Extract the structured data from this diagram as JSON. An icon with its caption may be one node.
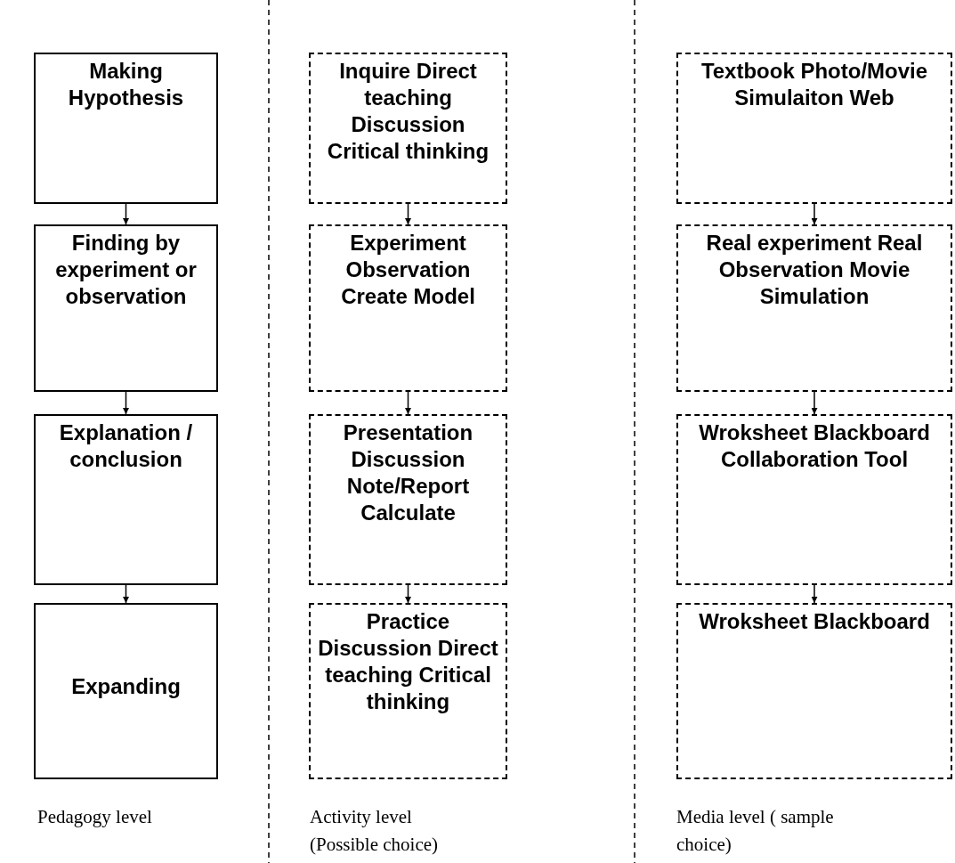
{
  "diagram": {
    "nodes": [
      {
        "text": [
          "Making Hypothesis"
        ]
      },
      {
        "text": [
          "Finding by experiment or observation"
        ]
      },
      {
        "text": [
          "Explanation / conclusion"
        ]
      },
      {
        "text": [
          "Expanding"
        ]
      },
      {
        "text": [
          "Inquire Direct teaching Discussion Critical thinking"
        ]
      },
      {
        "text": [
          "Experiment Observation Create Model"
        ]
      },
      {
        "text": [
          "Presentation Discussion Note/Report Calculate"
        ]
      },
      {
        "text": [
          "Practice Discussion Direct teaching Critical thinking"
        ]
      },
      {
        "text": [
          "Textbook Photo/Movie Simulaiton Web"
        ]
      },
      {
        "text": [
          "Real experiment Real Observation Movie Simulation"
        ]
      },
      {
        "text": [
          "Wroksheet Blackboard Collaboration Tool"
        ]
      },
      {
        "text": [
          "Wroksheet Blackboard"
        ]
      }
    ],
    "edges": [
      {
        "from": 0,
        "to": 1,
        "arrow": "to"
      },
      {
        "from": 1,
        "to": 2,
        "arrow": "to"
      },
      {
        "from": 2,
        "to": 3,
        "arrow": "to"
      },
      {
        "from": 4,
        "to": 5,
        "arrow": "to"
      },
      {
        "from": 5,
        "to": 6,
        "arrow": "to"
      },
      {
        "from": 6,
        "to": 7,
        "arrow": "to"
      },
      {
        "from": 8,
        "to": 9,
        "arrow": "to"
      },
      {
        "from": 9,
        "to": 10,
        "arrow": "to"
      },
      {
        "from": 10,
        "to": 11,
        "arrow": "to"
      }
    ],
    "labels": [
      "Pedagogy level",
      "Activity level (Possible choice)",
      "Media level ( sample choice)"
    ]
  }
}
